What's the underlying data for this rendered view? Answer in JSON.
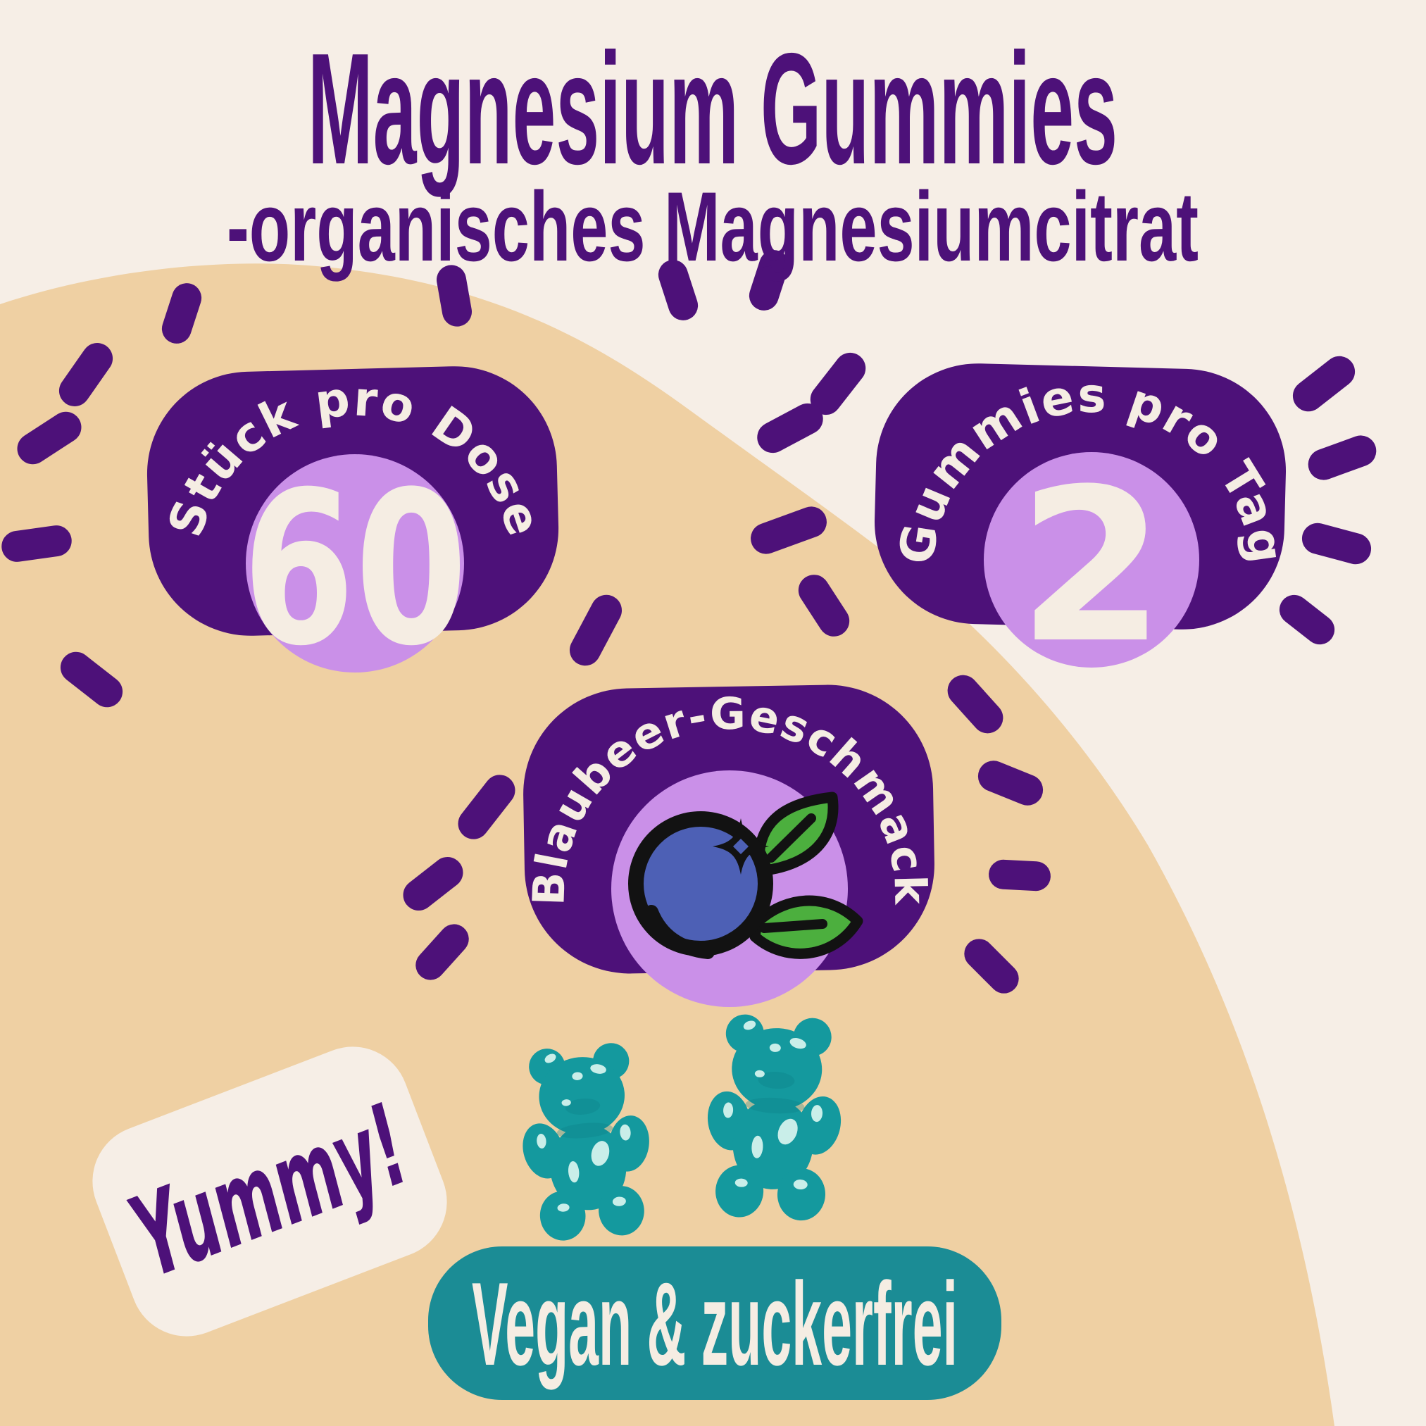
{
  "header": {
    "title": "Magnesium Gummies",
    "subtitle": "-organisches Magnesiumcitrat"
  },
  "badges": [
    {
      "label": "Stück pro Dose",
      "value": "60"
    },
    {
      "label": "Gummies pro Tag",
      "value": "2"
    },
    {
      "label": "Blaubeer-Geschmack",
      "icon": "blueberry-icon"
    }
  ],
  "sticker": {
    "text": "Yummy!"
  },
  "footer": {
    "pill_text": "Vegan & zuckerfrei"
  },
  "illustrations": {
    "gummy_bear_icon": "gummy-bear-icon",
    "gummy_bear_count": 2,
    "blueberry_icon": "blueberry-icon"
  },
  "colors": {
    "background": "#F6EEE6",
    "tan_circle": "#EFD0A3",
    "purple_dark": "#4D1179",
    "purple_light": "#CA90E8",
    "cream_text": "#F5EDE3",
    "teal": "#1B8C95",
    "bear_teal": "#14999E",
    "bear_highlight": "#D9F6F0",
    "bear_shadow": "#0B7E84",
    "blueberry_blue": "#4D60B5",
    "leaf_green": "#4CAF3E",
    "outline_black": "#121212"
  }
}
